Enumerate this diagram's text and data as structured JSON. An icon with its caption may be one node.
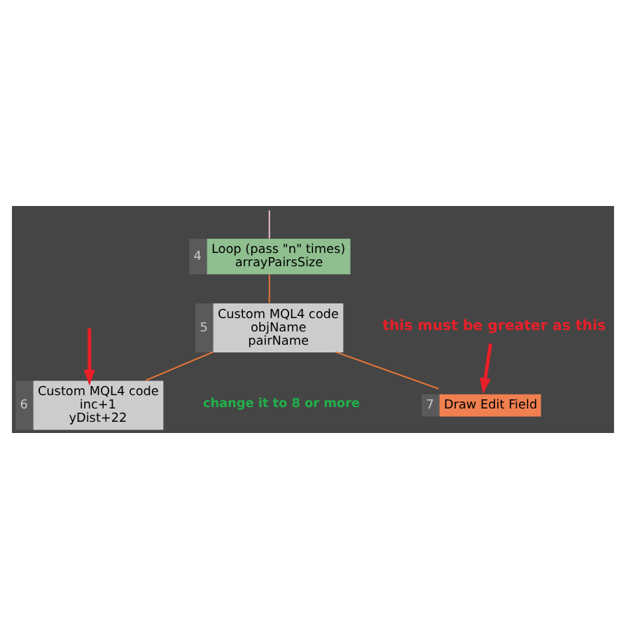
{
  "diagram": {
    "nodes": [
      {
        "text": [
          "4",
          "Loop (pass \"n\" times)",
          "arrayPairsSize"
        ]
      },
      {
        "text": [
          "5",
          "Custom MQL4 code",
          "objName",
          "pairName"
        ]
      },
      {
        "text": [
          "6",
          "Custom MQL4 code",
          "inc+1",
          "yDist+22"
        ]
      },
      {
        "text": [
          "7",
          "Draw Edit Field"
        ]
      },
      {
        "text": [
          "this must be greater as this"
        ]
      }
    ],
    "edges": [
      {
        "from": null,
        "to": 0,
        "arrow": "none",
        "color": "#f0c8d0"
      },
      {
        "from": 0,
        "to": 1,
        "arrow": "none"
      },
      {
        "from": 1,
        "to": 2,
        "arrow": "none"
      },
      {
        "from": 1,
        "to": 3,
        "arrow": "none"
      },
      {
        "from": null,
        "to": 2,
        "arrow": "to",
        "style": "thick",
        "color": "#e8202a"
      },
      {
        "from": 4,
        "to": 3,
        "arrow": "to",
        "style": "thick",
        "color": "#e8202a"
      }
    ],
    "labels": [
      "change it to 8 or more"
    ]
  }
}
